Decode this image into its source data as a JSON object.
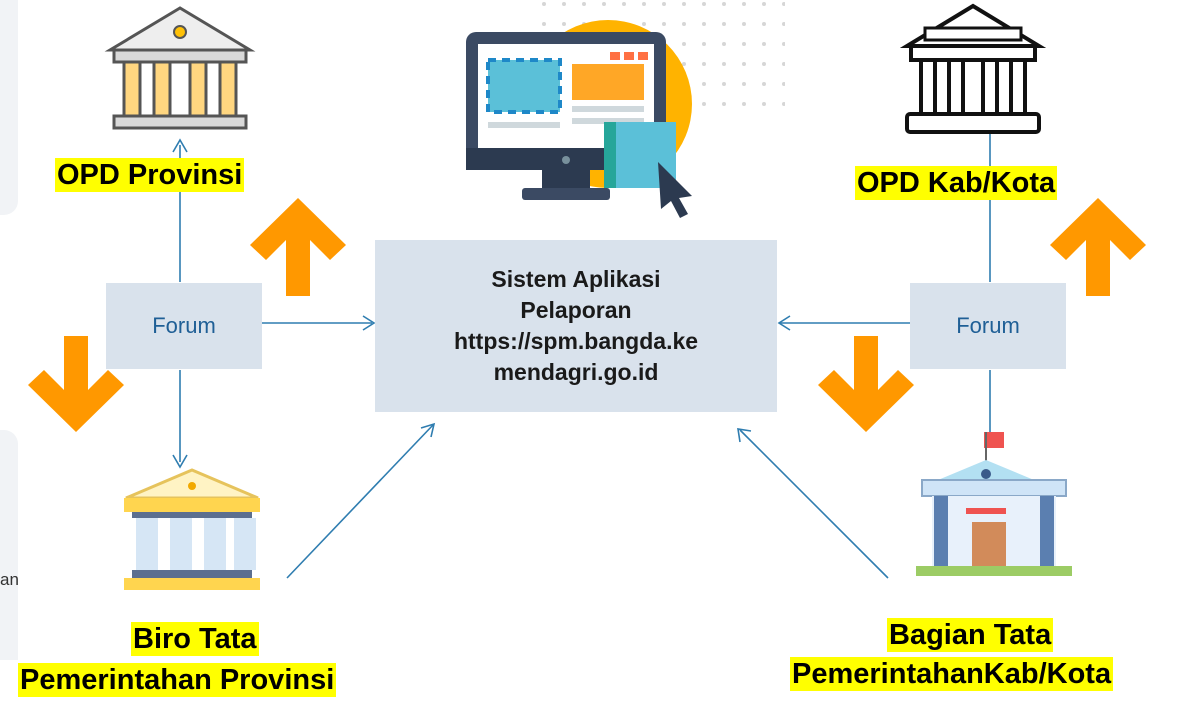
{
  "nodes": {
    "opd_provinsi": "OPD Provinsi",
    "opd_kabkota": "OPD Kab/Kota",
    "biro_line1": "Biro Tata",
    "biro_line2": "Pemerintahan Provinsi",
    "bagian_line1": "Bagian Tata",
    "bagian_line2": "PemerintahanKab/Kota"
  },
  "forum_left": "Forum",
  "forum_right": "Forum",
  "hub": {
    "line1": "Sistem Aplikasi",
    "line2": "Pelaporan",
    "line3": "https://spm.bangda.ke",
    "line4": "mendagri.go.id"
  },
  "edge_fragment": "an",
  "colors": {
    "highlight": "#ffff00",
    "arrow_orange": "#ff9800",
    "connector_blue": "#2f7db0",
    "box_fill": "#d9e2ec",
    "forum_text": "#1f5f96"
  },
  "icons": [
    "gov-building-yellow-icon",
    "computer-monitor-icon",
    "gov-building-outline-icon",
    "gov-building-blue-icon",
    "office-building-icon"
  ]
}
